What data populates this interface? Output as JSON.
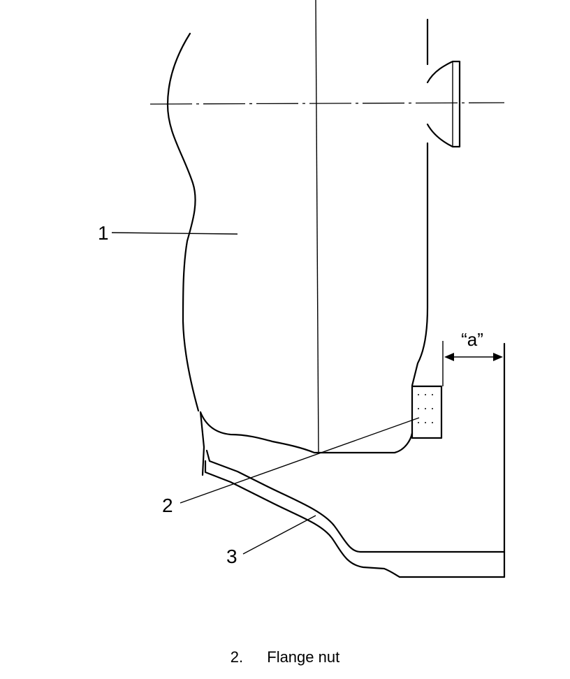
{
  "diagram": {
    "callouts": [
      "1",
      "2",
      "3"
    ],
    "dimension_label": "“a”"
  },
  "caption": {
    "number": "2.",
    "text": "Flange nut"
  }
}
